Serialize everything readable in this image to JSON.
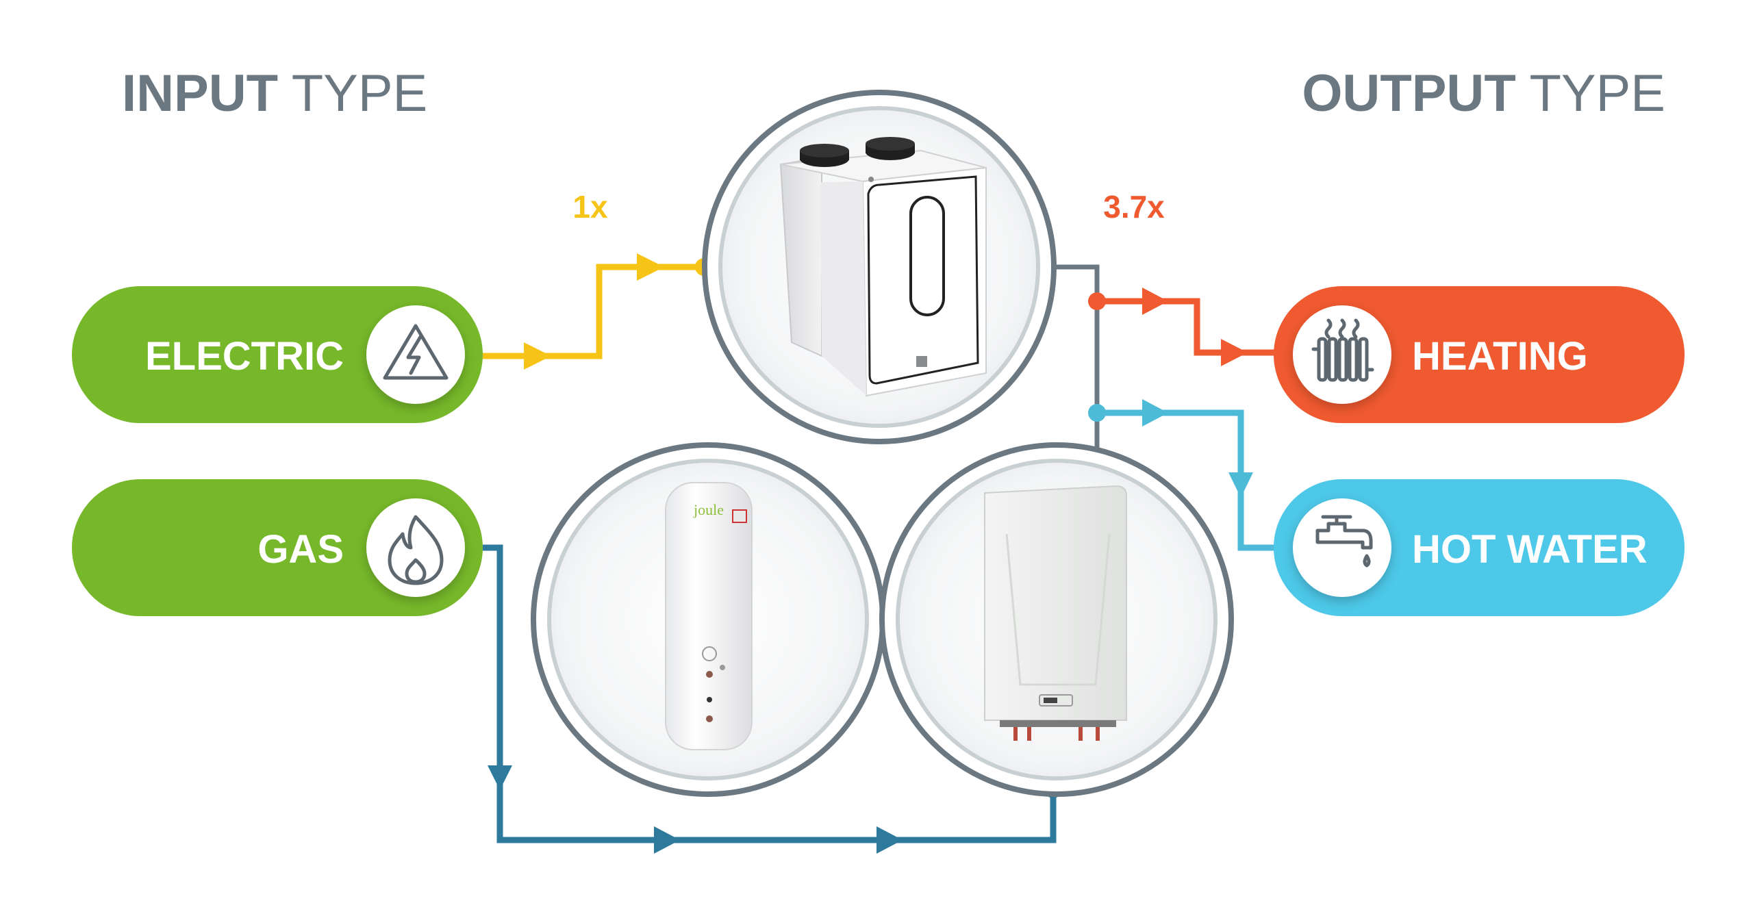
{
  "titles": {
    "input_bold": "INPUT",
    "input_rest": " TYPE",
    "output_bold": "OUTPUT",
    "output_rest": " TYPE"
  },
  "ratios": {
    "input": "1x",
    "output": "3.7x"
  },
  "inputs": [
    {
      "label": "ELECTRIC",
      "icon": "lightning-warning-icon",
      "color": "#76b82a"
    },
    {
      "label": "GAS",
      "icon": "flame-icon",
      "color": "#76b82a"
    }
  ],
  "outputs": [
    {
      "label": "HEATING",
      "icon": "radiator-icon",
      "color": "#f05a30"
    },
    {
      "label": "HOT WATER",
      "icon": "tap-icon",
      "color": "#4dc8e8"
    }
  ],
  "devices": [
    {
      "name": "heat-pump",
      "icon": "heat-pump-unit"
    },
    {
      "name": "hot-water-cylinder",
      "icon": "cylinder-unit",
      "brand": "joule"
    },
    {
      "name": "gas-boiler",
      "icon": "boiler-unit"
    }
  ],
  "colors": {
    "electric_line": "#f6c317",
    "gas_line": "#2e7a9c",
    "heating_line": "#f05a30",
    "hot_water_line": "#4dbad8",
    "connector": "#6b7882",
    "title_text": "#6b7882"
  }
}
